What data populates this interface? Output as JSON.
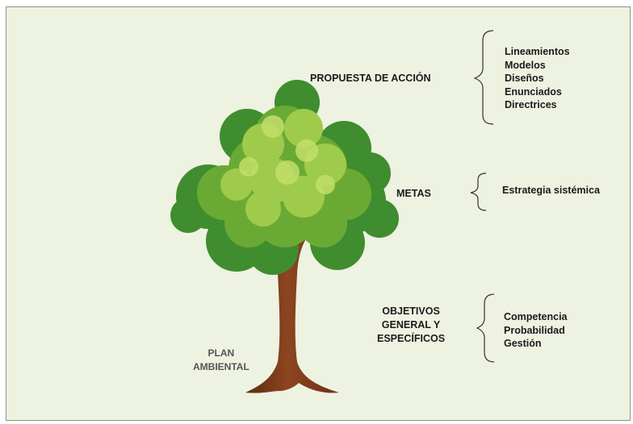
{
  "diagram": {
    "tree_label": [
      "PLAN",
      "AMBIENTAL"
    ],
    "levels": [
      {
        "label": [
          "PROPUESTA DE ACCIÓN"
        ],
        "items": [
          "Lineamientos",
          "Modelos",
          "Diseños",
          "Enunciados",
          "Directrices"
        ]
      },
      {
        "label": [
          "METAS"
        ],
        "items": [
          "Estrategia sistémica"
        ]
      },
      {
        "label": [
          "OBJETIVOS",
          "GENERAL Y",
          "ESPECÍFICOS"
        ],
        "items": [
          "Competencia",
          "Probabilidad",
          "Gestión"
        ]
      }
    ]
  },
  "colors": {
    "background": "#eef2e1",
    "border": "#8f9382",
    "text": "#1b1b1b",
    "foliage_dark": "#3f8d2f",
    "foliage_mid": "#7cb83c",
    "foliage_light": "#b6d95a",
    "trunk": "#7a3a1c"
  }
}
